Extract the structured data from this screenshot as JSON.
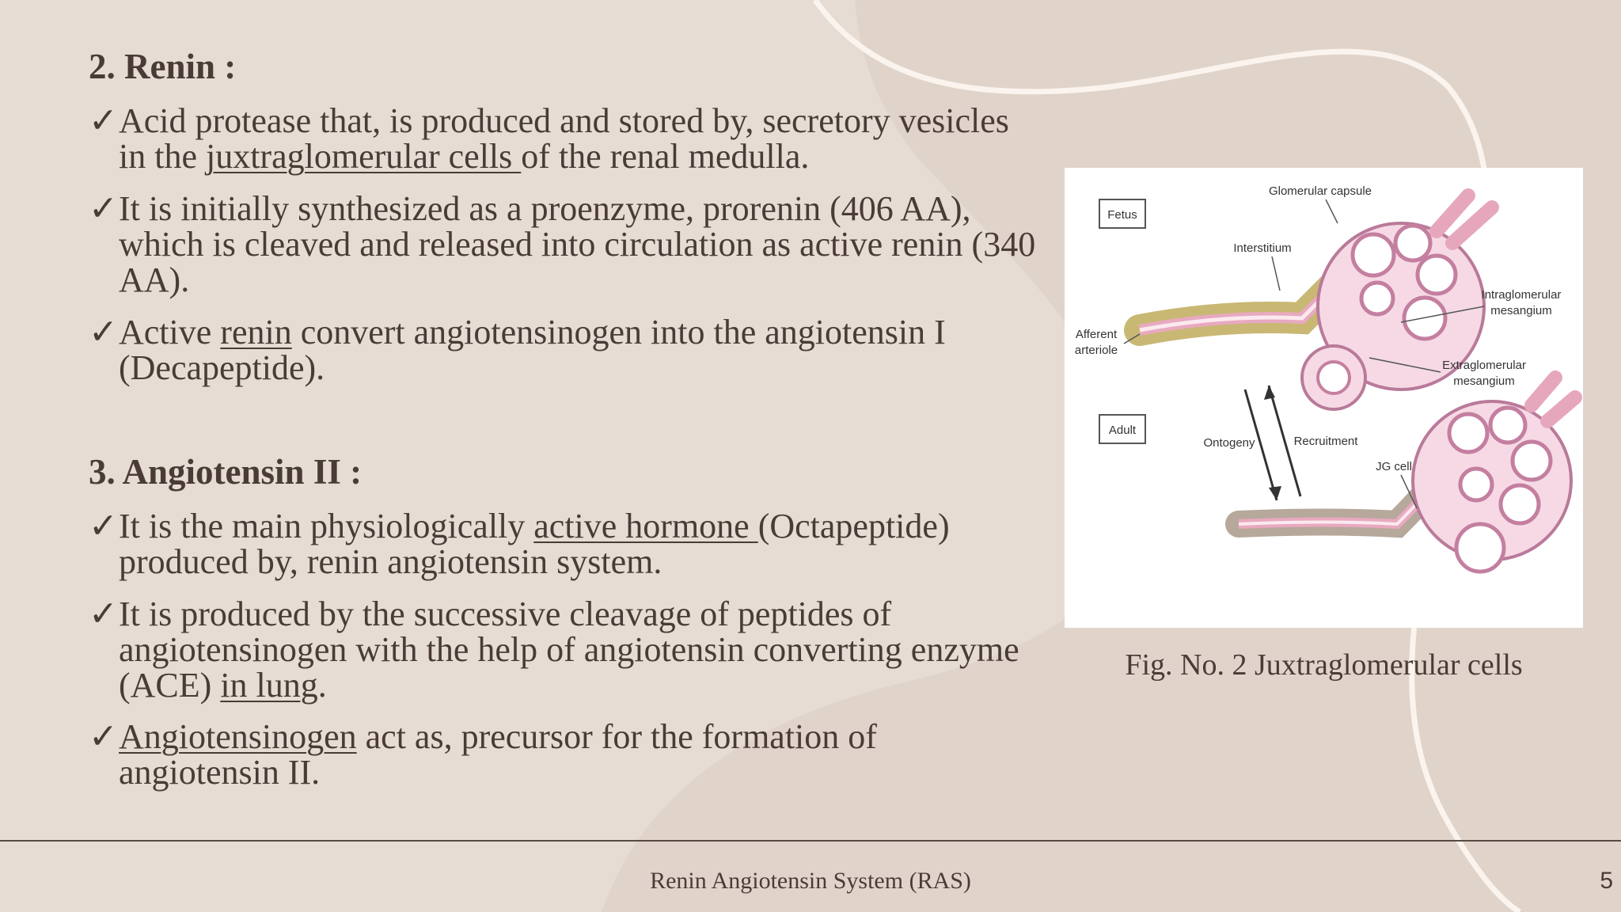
{
  "section1": {
    "heading": "2. Renin :",
    "bullets": [
      {
        "check": "✓",
        "before": "Acid protease that, is produced and stored by, secretory vesicles in the ",
        "underline": "juxtraglomerular cells ",
        "after": "of the renal medulla."
      },
      {
        "check": "✓",
        "before": " It is initially synthesized as a proenzyme, prorenin (406 AA), which is cleaved and released into circulation as active renin (340 AA).",
        "underline": "",
        "after": ""
      },
      {
        "check": "✓",
        "before": " Active ",
        "underline": "renin",
        "after": " convert angiotensinogen into the angiotensin I (Decapeptide)."
      }
    ]
  },
  "section2": {
    "heading": "3. Angiotensin II :",
    "bullets": [
      {
        "check": "✓",
        "before": " It is the main physiologically ",
        "underline": "active hormone ",
        "after": "(Octapeptide) produced by, renin angiotensin system."
      },
      {
        "check": "✓",
        "before": "It is produced by the successive cleavage of peptides of angiotensinogen with the help of angiotensin converting enzyme (ACE) ",
        "underline": "in lung",
        "after": "."
      },
      {
        "check": "✓",
        "before": " ",
        "underline": "Angiotensinogen",
        "after": " act as, precursor for the formation of angiotensin II."
      }
    ]
  },
  "figure": {
    "caption": "Fig. No. 2 Juxtraglomerular cells",
    "labels": {
      "fetus": "Fetus",
      "adult": "Adult",
      "glomerular_capsule": "Glomerular capsule",
      "interstitium": "Interstitium",
      "afferent_arteriole_1": "Afferent",
      "afferent_arteriole_2": "arteriole",
      "intraglomerular_1": "Intraglomerular",
      "intraglomerular_2": "mesangium",
      "extraglomerular_1": "Extraglomerular",
      "extraglomerular_2": "mesangium",
      "ontogeny": "Ontogeny",
      "recruitment": "Recruitment",
      "jg_cell": "JG cell"
    }
  },
  "footer": {
    "title": "Renin Angiotensin System (RAS)",
    "page_number": "5"
  },
  "colors": {
    "background": "#e6dcd3",
    "text": "#4a3b36",
    "decor_curve": "#fbf4ee"
  }
}
